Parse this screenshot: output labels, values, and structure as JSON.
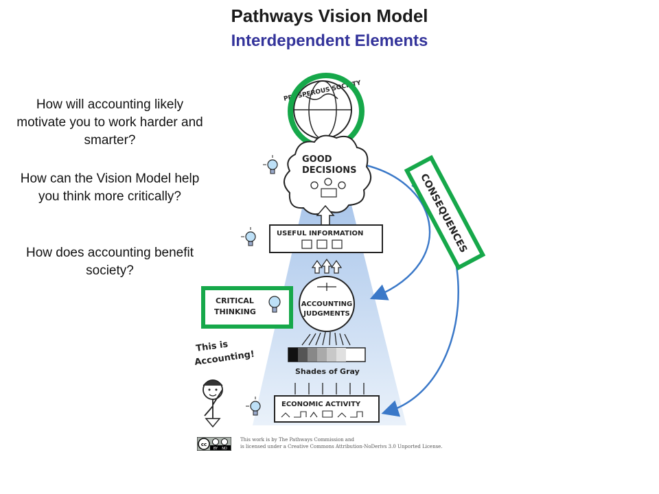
{
  "header": {
    "title": "Pathways Vision Model",
    "subtitle": "Interdependent Elements"
  },
  "questions": [
    "How will accounting likely motivate you to work harder and smarter?",
    "How can the Vision Model help you think more critically?",
    "How does accounting benefit society?"
  ],
  "diagram": {
    "prosperous_society": "PROSPEROUS SOCIETY",
    "good_decisions": [
      "GOOD",
      "DECISIONS"
    ],
    "useful_information": "USEFUL INFORMATION",
    "accounting_judgments": [
      "ACCOUNTING",
      "JUDGMENTS"
    ],
    "shades_of_gray": "Shades of Gray",
    "economic_activity": "ECONOMIC ACTIVITY",
    "consequences": "CONSEQUENCES",
    "critical_thinking": [
      "CRITICAL",
      "THINKING"
    ],
    "this_is_accounting": [
      "This is",
      "Accounting!"
    ]
  },
  "license": {
    "badge": [
      "BY",
      "ND"
    ],
    "line1": "This work is by The Pathways Commission and",
    "line2": "is licensed under a Creative Commons Attribution-NoDerivs 3.0 Unported License."
  },
  "colors": {
    "title": "#1a1a1a",
    "subtitle": "#33339a",
    "highlight_green": "#16a84a",
    "arrow_blue": "#3a78c8",
    "beam_blue": "#8fb6e6"
  }
}
